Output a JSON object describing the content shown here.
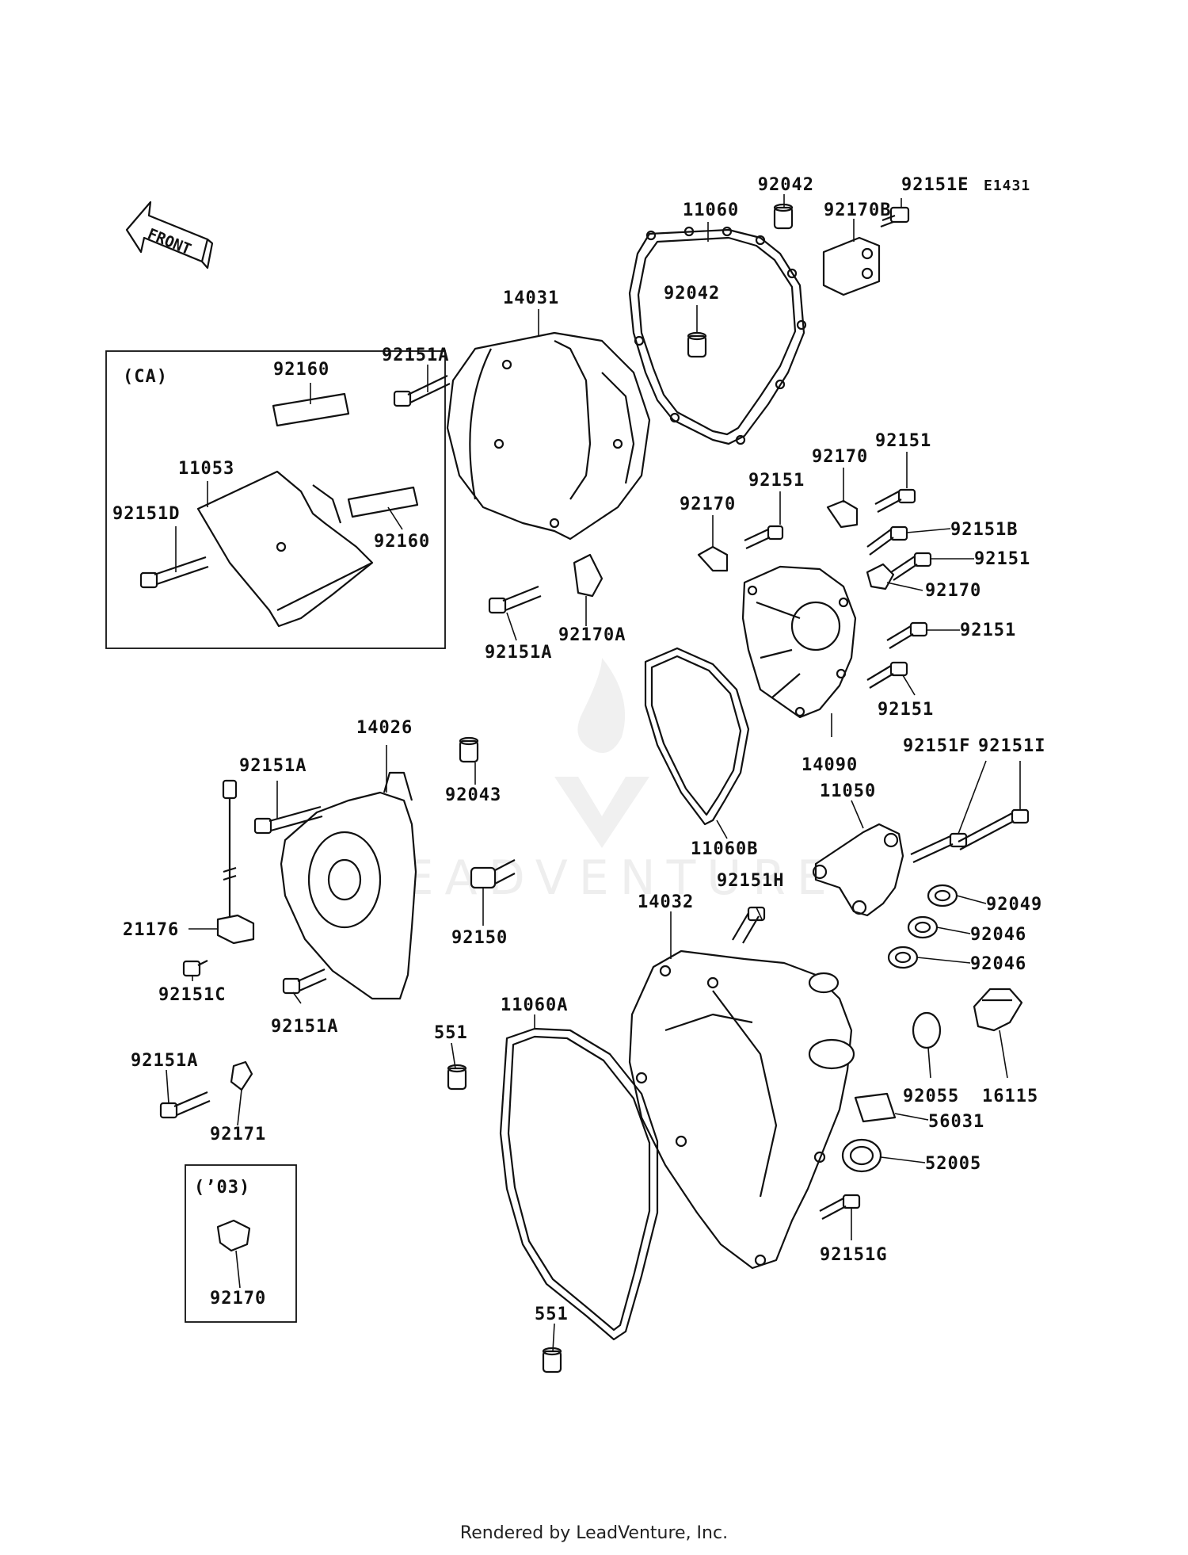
{
  "diagram_code": "E1431",
  "front_label": "FRONT",
  "watermark": "LEADVENTURE",
  "footer": "Rendered by LeadVenture, Inc.",
  "inset_ca": "(CA)",
  "inset_03": "(’03)",
  "labels": {
    "p92042_top": "92042",
    "p92151E": "92151E",
    "p11060": "11060",
    "p92170B": "92170B",
    "p14031": "14031",
    "p92042_mid": "92042",
    "p92151A_1": "92151A",
    "p92160_1": "92160",
    "p11053": "11053",
    "p92151D": "92151D",
    "p92160_2": "92160",
    "p92151_a": "92151",
    "p92170_a": "92170",
    "p92151_b": "92151",
    "p92170_b": "92170",
    "p92151B": "92151B",
    "p92151_c": "92151",
    "p92170_c": "92170",
    "p92151_d": "92151",
    "p92151_e": "92151",
    "p92151A_2": "92151A",
    "p92170A": "92170A",
    "p14090": "14090",
    "p14026": "14026",
    "p92151A_3": "92151A",
    "p92043": "92043",
    "p92151F": "92151F",
    "p92151I": "92151I",
    "p11050": "11050",
    "p11060B": "11060B",
    "p21176": "21176",
    "p92150": "92150",
    "p92151H": "92151H",
    "p92049": "92049",
    "p14032": "14032",
    "p92046_a": "92046",
    "p92046_b": "92046",
    "p92151C": "92151C",
    "p92151A_4": "92151A",
    "p11060A": "11060A",
    "p551_a": "551",
    "p92151A_5": "92151A",
    "p92055": "92055",
    "p16115": "16115",
    "p56031": "56031",
    "p92171": "92171",
    "p52005": "52005",
    "p92151G": "92151G",
    "p92170_inset": "92170",
    "p551_b": "551"
  }
}
